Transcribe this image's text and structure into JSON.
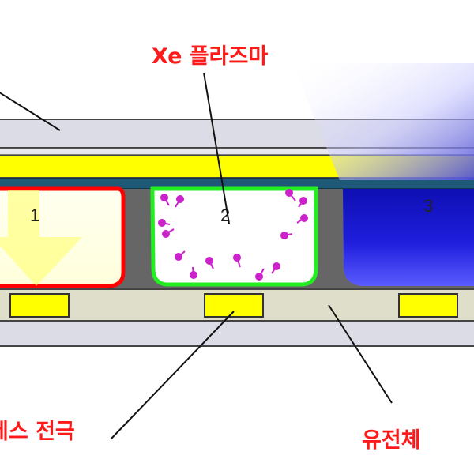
{
  "labels": {
    "plasma": "Xe 플라즈마",
    "electrode": "레스 전극",
    "dielectric": "유전체"
  },
  "cells": [
    "1",
    "2",
    "3"
  ],
  "colors": {
    "label": "#ff1a1a",
    "phosphor_layer": "#ffff00",
    "electrode": "#ffff00",
    "cell1_border": "#ff0000",
    "cell2_border": "#22ee22",
    "cell3_fill": "#1a1acc",
    "ion": "#cc22cc",
    "barrier_rib": "#666666",
    "glass": "#dcdce6",
    "dielectric": "#dedecb"
  }
}
